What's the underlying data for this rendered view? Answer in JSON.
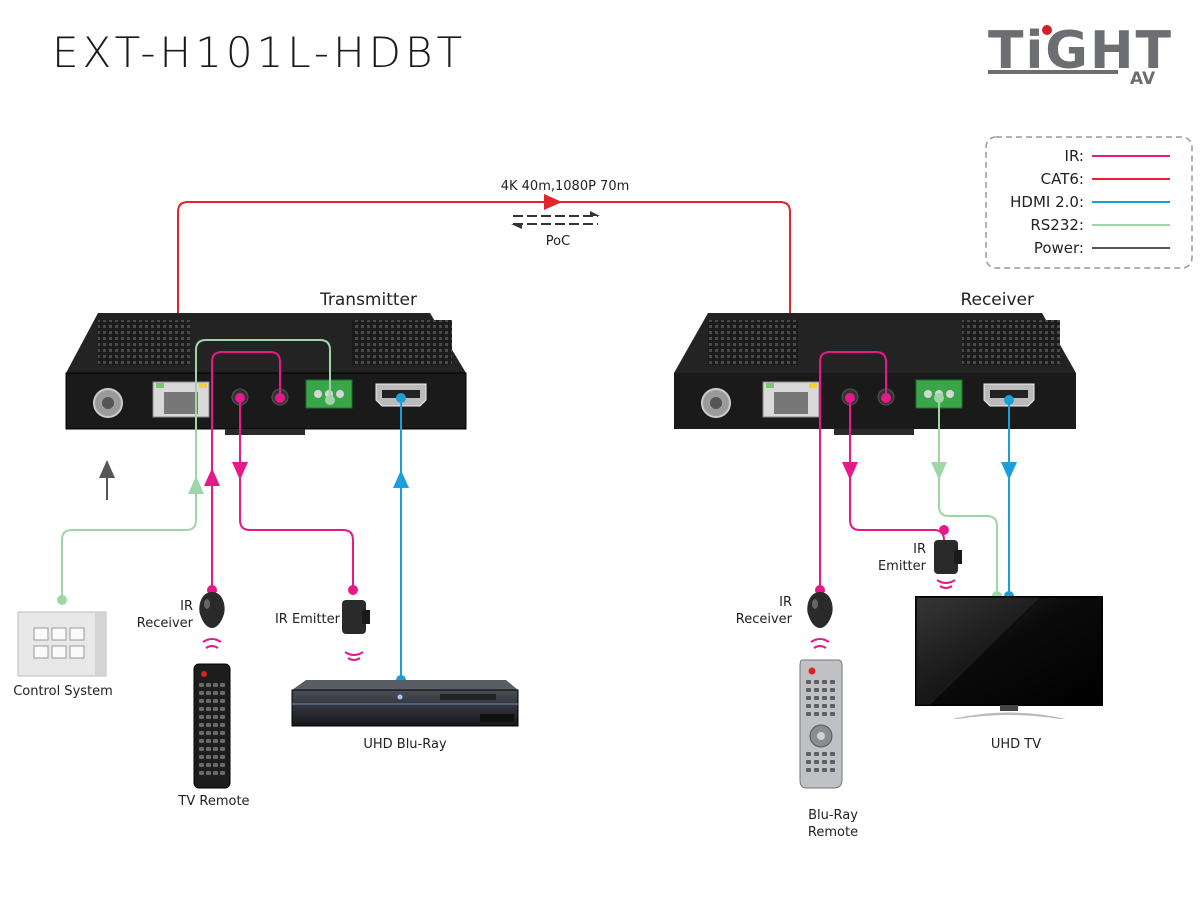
{
  "title": "EXT-H101L-HDBT",
  "logo": {
    "main": "TiGHT",
    "sub": "AV"
  },
  "link": {
    "spec": "4K 40m,1080P 70m",
    "poc": "PoC"
  },
  "legend": {
    "items": [
      {
        "label": "IR:",
        "color": "#e6198b"
      },
      {
        "label": "CAT6:",
        "color": "#e3242b"
      },
      {
        "label": "HDMI 2.0:",
        "color": "#1a9fd9"
      },
      {
        "label": "RS232:",
        "color": "#9fd6a8"
      },
      {
        "label": "Power:",
        "color": "#555555"
      }
    ]
  },
  "devices": {
    "transmitter": "Transmitter",
    "receiver": "Receiver",
    "control_system": "Control System",
    "tx_ir_receiver": "IR\nReceiver",
    "tx_ir_emitter": "IR Emitter",
    "tv_remote": "TV Remote",
    "bluray": "UHD Blu-Ray",
    "rx_ir_receiver": "IR\nReceiver",
    "rx_ir_emitter": "IR\nEmitter",
    "bluray_remote": "Blu-Ray\nRemote",
    "tv": "UHD TV"
  }
}
